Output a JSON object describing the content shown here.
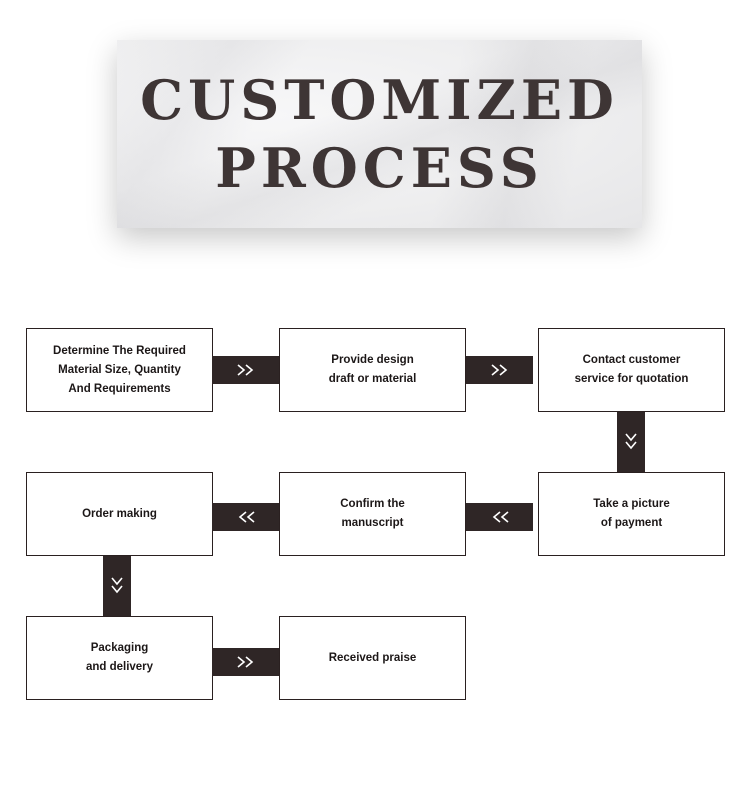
{
  "banner": {
    "line1": "CUSTOMIZED",
    "line2": "PROCESS"
  },
  "steps": [
    {
      "label": "Determine The Required\nMaterial Size, Quantity\nAnd Requirements"
    },
    {
      "label": "Provide design\ndraft or material"
    },
    {
      "label": "Contact customer\nservice for quotation"
    },
    {
      "label": "Take a picture\nof payment"
    },
    {
      "label": "Confirm the\nmanuscript"
    },
    {
      "label": "Order making"
    },
    {
      "label": "Packaging\nand delivery"
    },
    {
      "label": "Received praise"
    }
  ],
  "connectors": [
    {
      "direction": "right",
      "icon": "double-chevron-right-icon"
    },
    {
      "direction": "right",
      "icon": "double-chevron-right-icon"
    },
    {
      "direction": "down",
      "icon": "double-chevron-down-icon"
    },
    {
      "direction": "left",
      "icon": "double-chevron-left-icon"
    },
    {
      "direction": "left",
      "icon": "double-chevron-left-icon"
    },
    {
      "direction": "down",
      "icon": "double-chevron-down-icon"
    },
    {
      "direction": "right",
      "icon": "double-chevron-right-icon"
    }
  ],
  "colors": {
    "box_border": "#2a2020",
    "connector": "#2f2626",
    "title": "#3e3535",
    "arrow": "#ffffff"
  }
}
